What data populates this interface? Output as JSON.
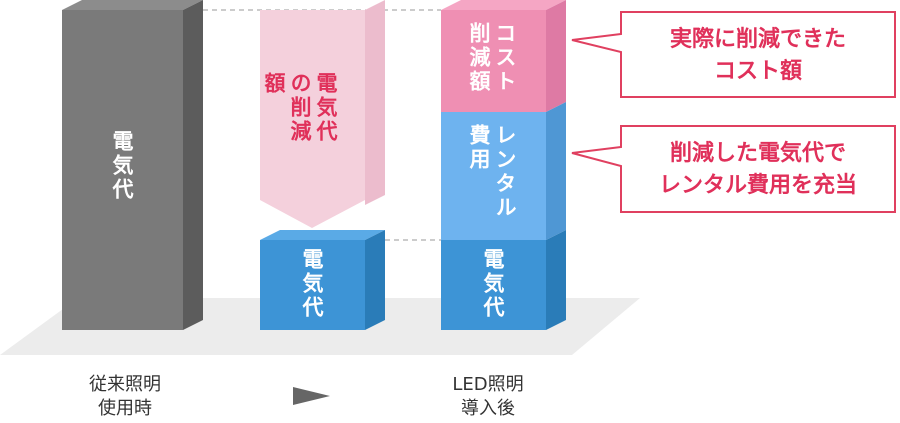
{
  "colors": {
    "gray": "#7a7a7a",
    "pink_light": "#f4d0dc",
    "blue": "#3d94d6",
    "light_blue": "#6eb3ef",
    "pink": "#ef8fb3",
    "accent_red": "#e0305a"
  },
  "bars": {
    "conventional_electricity": "電気代",
    "reduction_arrow": "電気代の削減額",
    "led_electricity_mid": "電気代",
    "led_electricity": "電気代",
    "rental_fee": "レンタル費用",
    "cost_reduction": "コスト削減額"
  },
  "callouts": [
    {
      "line1": "実際に削減できた",
      "line2": "コスト額"
    },
    {
      "line1": "削減した電気代で",
      "line2": "レンタル費用を充当"
    }
  ],
  "labels": {
    "before_line1": "従来照明",
    "before_line2": "使用時",
    "after_line1": "LED照明",
    "after_line2": "導入後"
  }
}
